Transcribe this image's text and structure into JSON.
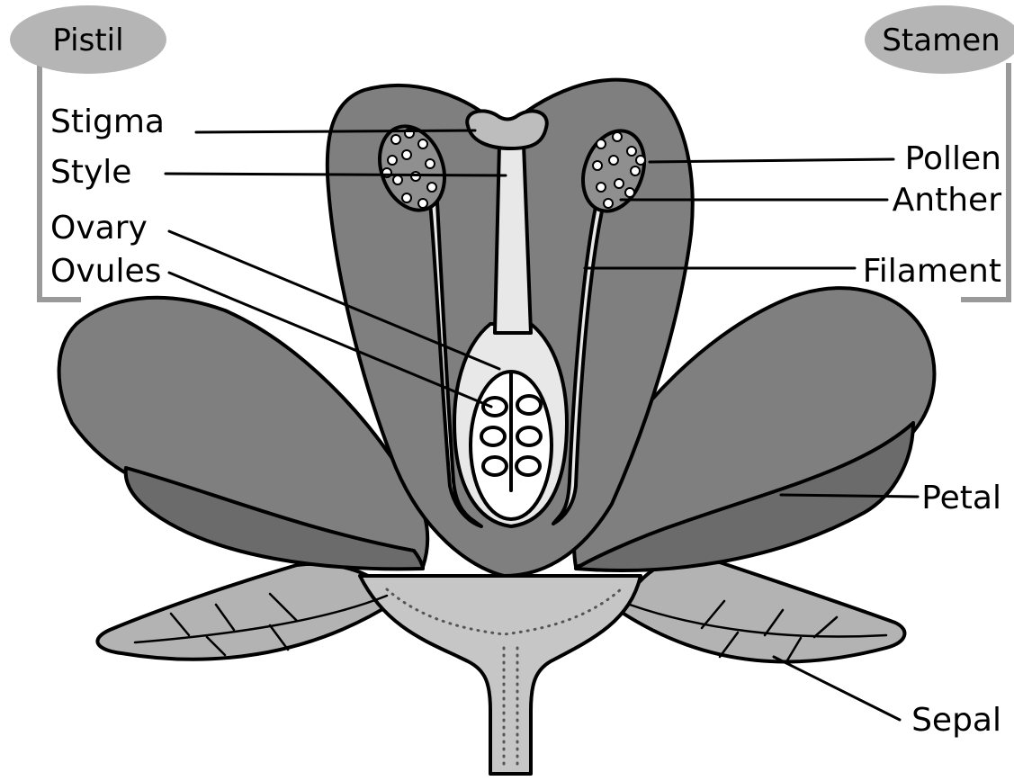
{
  "groups": {
    "pistil": "Pistil",
    "stamen": "Stamen"
  },
  "labels": {
    "stigma": "Stigma",
    "style": "Style",
    "ovary": "Ovary",
    "ovules": "Ovules",
    "pollen": "Pollen",
    "anther": "Anther",
    "filament": "Filament",
    "petal": "Petal",
    "sepal": "Sepal"
  },
  "colors": {
    "petal": "#7f7f7f",
    "petal_shadow": "#6b6b6b",
    "sepal": "#b3b3b3",
    "pistil": "#e8e8e8",
    "group_badge": "#b5b5b5",
    "bracket": "#9a9a9a"
  }
}
